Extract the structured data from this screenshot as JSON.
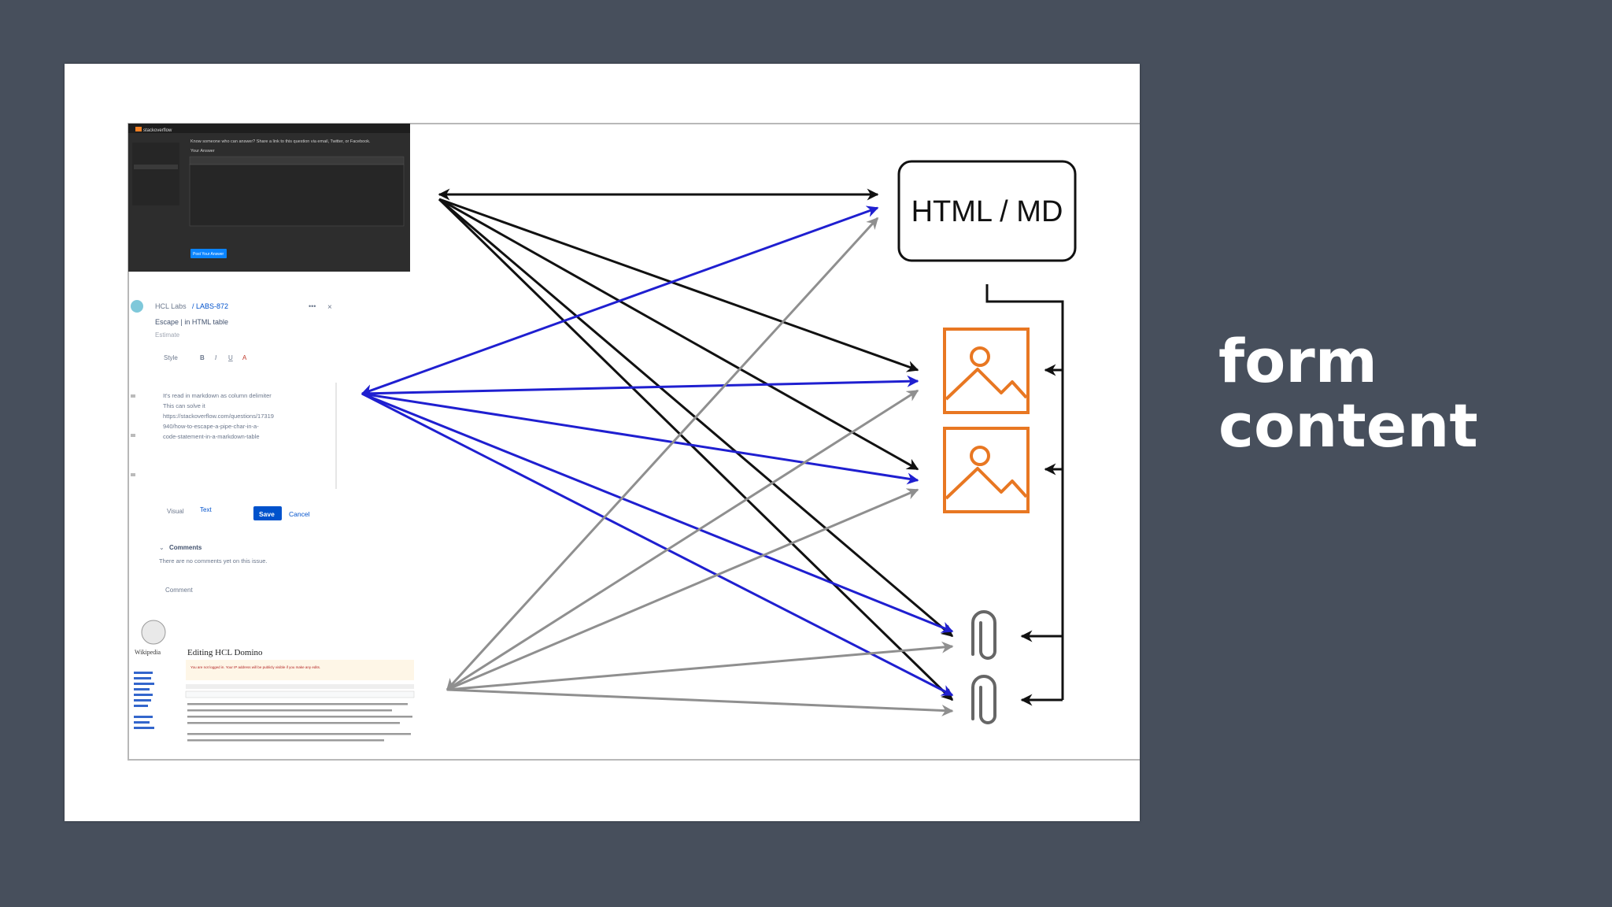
{
  "side_heading": {
    "line1": "form",
    "line2": "content"
  },
  "diagram": {
    "target_box_label": "HTML / MD",
    "nodes": [
      "html-md-box",
      "image-icon-1",
      "image-icon-2",
      "attachment-icon-1",
      "attachment-icon-2"
    ]
  },
  "screenshot_dark": {
    "brand": "stackoverflow",
    "question": "Know someone who can answer? Share a link to this question via email, Twitter, or Facebook.",
    "your_answer": "Your Answer",
    "post_button": "Post Your Answer"
  },
  "screenshot_jira": {
    "breadcrumb_project": "HCL Labs",
    "breadcrumb_issue": "/ LABS-872",
    "issue_title": "Escape | in HTML table",
    "field_label": "Estimate",
    "toolbar_style": "Style",
    "body_lines": [
      "It's read in markdown as column delimiter",
      "This can solve it",
      "https://stackoverflow.com/questions/17319",
      "940/how-to-escape-a-pipe-char-in-a-",
      "code-statement-in-a-markdown-table"
    ],
    "tab_visual": "Visual",
    "tab_text": "Text",
    "save_button": "Save",
    "cancel_button": "Cancel",
    "comments_heading": "Comments",
    "comments_empty": "There are no comments yet on this issue.",
    "comment_button": "Comment"
  },
  "screenshot_wiki": {
    "brand": "Wikipedia",
    "page_title": "Editing HCL Domino",
    "warning": "You are not logged in. Your IP address will be publicly visible if you make any edits."
  },
  "colors": {
    "background": "#474f5c",
    "card": "#ffffff",
    "arrow_black": "#111111",
    "arrow_blue": "#1f1fd0",
    "arrow_gray": "#8f8f8f",
    "image_icon": "#e87722"
  }
}
